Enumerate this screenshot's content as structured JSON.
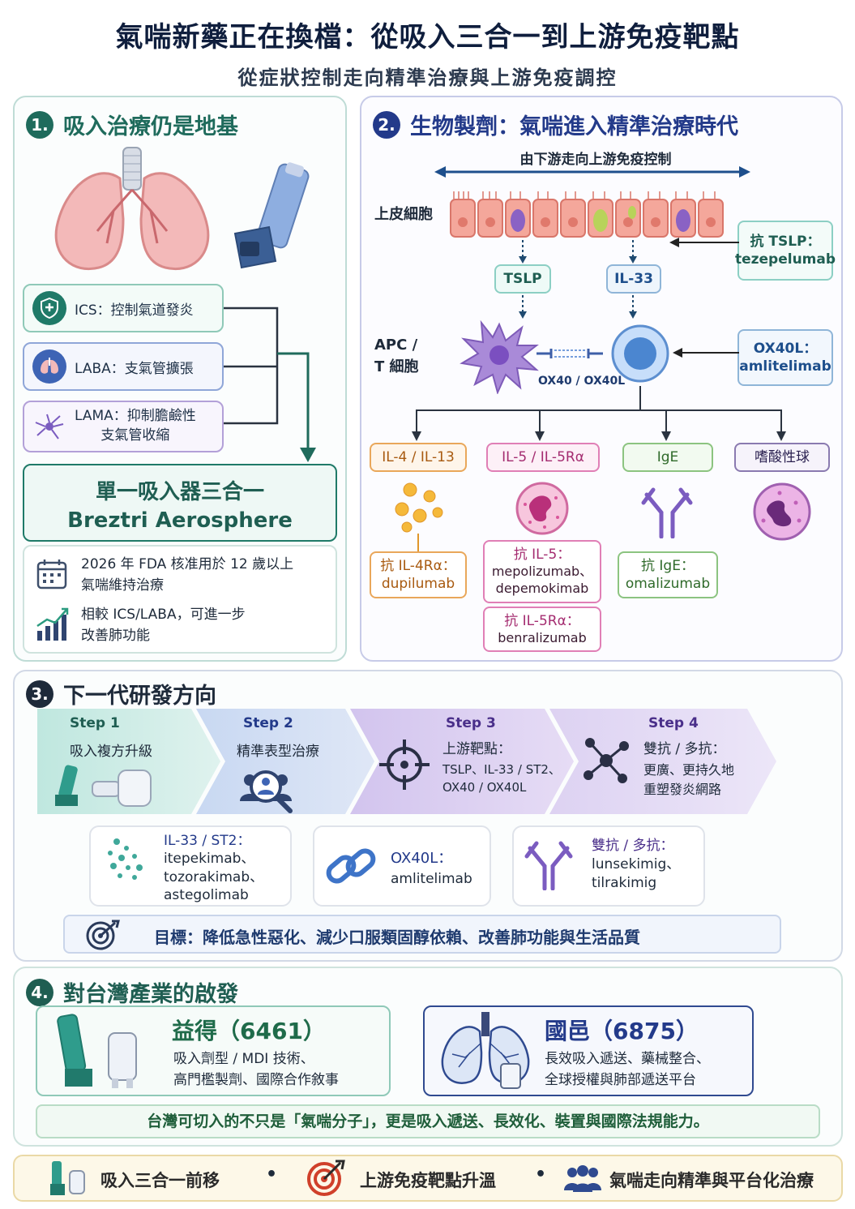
{
  "header": {
    "title": "氣喘新藥正在換檔：從吸入三合一到上游免疫靶點",
    "subtitle": "從症狀控制走向精準治療與上游免疫調控"
  },
  "section1": {
    "num": "1.",
    "title": "吸入治療仍是地基",
    "items": [
      {
        "label": "ICS：控制氣道發炎"
      },
      {
        "label": "LABA：支氣管擴張"
      },
      {
        "label_1": "LAMA：抑制膽鹼性",
        "label_2": "支氣管收縮"
      }
    ],
    "product_line1": "單一吸入器三合一",
    "product_line2": "Breztri Aerosphere",
    "notes": [
      {
        "l1": "2026 年 FDA 核准用於 12 歲以上",
        "l2": "氣喘維持治療"
      },
      {
        "l1": "相較 ICS/LABA，可進一步",
        "l2": "改善肺功能"
      }
    ]
  },
  "section2": {
    "num": "2.",
    "title": "生物製劑：氣喘進入精準治療時代",
    "arrow_label": "由下游走向上游免疫控制",
    "epithelial_label": "上皮細胞",
    "apc_label_1": "APC /",
    "apc_label_2": "T 細胞",
    "tslp": "TSLP",
    "il33": "IL-33",
    "ox40_label": "OX40 / OX40L",
    "anti_tslp_1": "抗 TSLP：",
    "anti_tslp_2": "tezepelumab",
    "ox40l_1": "OX40L：",
    "ox40l_2": "amlitelimab",
    "pathways": [
      "IL-4 / IL-13",
      "IL-5 / IL-5Rα",
      "IgE",
      "嗜酸性球"
    ],
    "drugs": {
      "il4_1": "抗 IL-4Rα：",
      "il4_2": "dupilumab",
      "il5_1": "抗 IL-5：",
      "il5_2": "mepolizumab、",
      "il5_3": "depemokimab",
      "il5r_1": "抗 IL-5Rα：",
      "il5r_2": "benralizumab",
      "ige_1": "抗 IgE：",
      "ige_2": "omalizumab"
    }
  },
  "section3": {
    "num": "3.",
    "title": "下一代研發方向",
    "steps": [
      {
        "step": "Step 1",
        "l1": "吸入複方升級"
      },
      {
        "step": "Step 2",
        "l1": "精準表型治療"
      },
      {
        "step": "Step 3",
        "l1": "上游靶點：",
        "l2": "TSLP、IL-33 / ST2、",
        "l3": "OX40 / OX40L"
      },
      {
        "step": "Step 4",
        "l1": "雙抗 / 多抗：",
        "l2": "更廣、更持久地",
        "l3": "重塑發炎網路"
      }
    ],
    "cards": [
      {
        "h": "IL-33 / ST2：",
        "l1": "itepekimab、",
        "l2": "tozorakimab、",
        "l3": "astegolimab"
      },
      {
        "h": "OX40L：",
        "l1": "amlitelimab"
      },
      {
        "h": "雙抗 / 多抗：",
        "l1": "lunsekimig、",
        "l2": "tilrakimig"
      }
    ],
    "goal": "目標：降低急性惡化、減少口服類固醇依賴、改善肺功能與生活品質"
  },
  "section4": {
    "num": "4.",
    "title": "對台灣產業的啟發",
    "company1": {
      "name": "益得（6461）",
      "l1": "吸入劑型 / MDI 技術、",
      "l2": "高門檻製劑、國際合作敘事"
    },
    "company2": {
      "name": "國邑（6875）",
      "l1": "長效吸入遞送、藥械整合、",
      "l2": "全球授權與肺部遞送平台"
    },
    "summary": "台灣可切入的不只是「氣喘分子」，更是吸入遞送、長效化、裝置與國際法規能力。"
  },
  "footer": {
    "items": [
      "吸入三合一前移",
      "上游免疫靶點升溫",
      "氣喘走向精準與平台化治療"
    ],
    "sep": "•"
  },
  "colors": {
    "teal": "#1f7a68",
    "navy": "#233a8a",
    "purple": "#6a4ca8",
    "orange": "#e0902a",
    "pink": "#c4418a",
    "green": "#5a9a4a"
  }
}
